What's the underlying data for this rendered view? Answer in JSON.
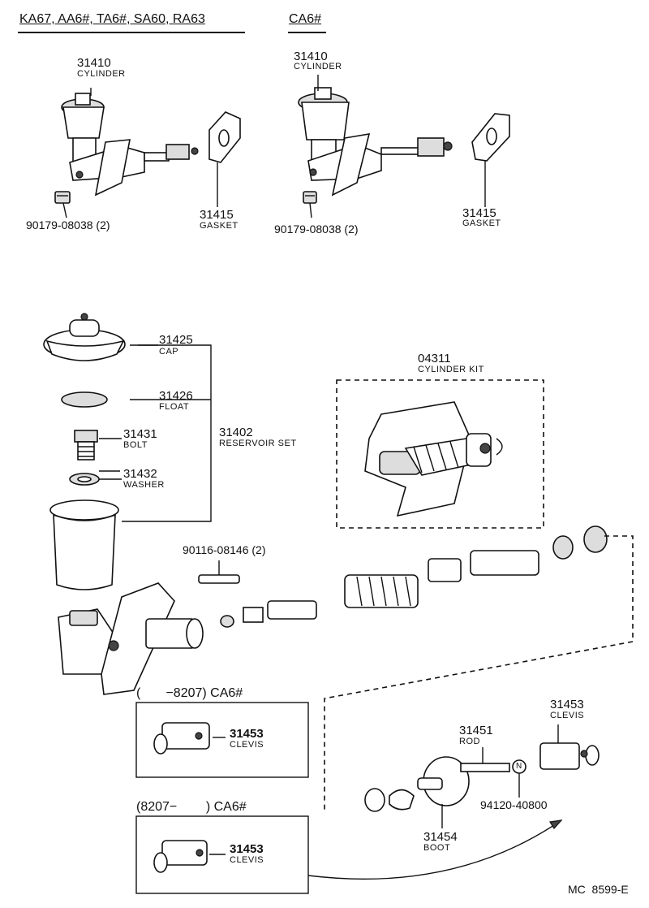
{
  "headers": {
    "left_models": "KA67, AA6#, TA6#, SA60, RA63",
    "right_models": "CA6#"
  },
  "top_left": {
    "cylinder_num": "31410",
    "cylinder_name": "CYLINDER",
    "gasket_num": "31415",
    "gasket_name": "GASKET",
    "nut_num": "90179-08038 (2)"
  },
  "top_right": {
    "cylinder_num": "31410",
    "cylinder_name": "CYLINDER",
    "gasket_num": "31415",
    "gasket_name": "GASKET",
    "nut_num": "90179-08038 (2)"
  },
  "reservoir": {
    "cap_num": "31425",
    "cap_name": "CAP",
    "float_num": "31426",
    "float_name": "FLOAT",
    "bolt_num": "31431",
    "bolt_name": "BOLT",
    "washer_num": "31432",
    "washer_name": "WASHER",
    "set_num": "31402",
    "set_name": "RESERVOIR SET"
  },
  "kit": {
    "num": "04311",
    "name": "CYLINDER KIT"
  },
  "stud": {
    "num": "90116-08146 (2)"
  },
  "box1": {
    "title": "(       −8207) CA6#",
    "num": "31453",
    "name": "CLEVIS"
  },
  "box2": {
    "title": "(8207−        ) CA6#",
    "num": "31453",
    "name": "CLEVIS"
  },
  "rod_group": {
    "clevis_num": "31453",
    "clevis_name": "CLEVIS",
    "rod_num": "31451",
    "rod_name": "ROD",
    "nut_num": "94120-40800",
    "nut_symbol": "N",
    "boot_num": "31454",
    "boot_name": "BOOT"
  },
  "footer": {
    "code": "MC  8599-E"
  }
}
